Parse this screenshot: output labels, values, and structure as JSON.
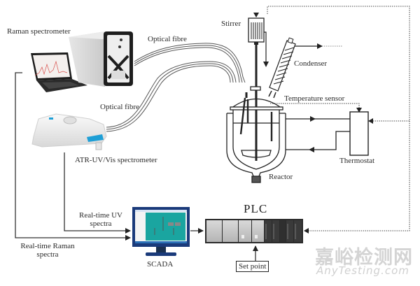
{
  "diagram": {
    "labels": {
      "raman_spectrometer": "Raman spectrometer",
      "optical_fibre_1": "Optical fibre",
      "optical_fibre_2": "Optical fibre",
      "stirrer": "Stirrer",
      "condenser": "Condenser",
      "temperature_sensor": "Temperature sensor",
      "thermostat": "Thermostat",
      "reactor": "Reactor",
      "atr_uv_vis": "ATR-UV/Vis spectrometer",
      "realtime_uv_line1": "Real-time UV",
      "realtime_uv_line2": "spectra",
      "realtime_raman_line1": "Real-time Raman",
      "realtime_raman_line2": "spectra",
      "scada": "SCADA",
      "plc": "PLC",
      "set_point": "Set point"
    },
    "watermark": {
      "cn": "嘉峪检测网",
      "en": "AnyTesting.com"
    },
    "colors": {
      "line": "#222222",
      "scada_screen": "#1aa5a0",
      "monitor_frame": "#1a3a7a",
      "uvvis_accent": "#1e9fd6",
      "watermark": "#d0d0d0"
    }
  }
}
